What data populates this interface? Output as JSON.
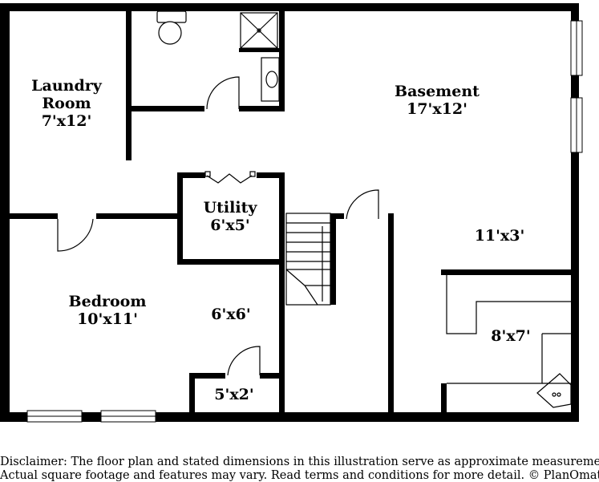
{
  "rooms": {
    "laundry": {
      "name_line1": "Laundry",
      "name_line2": "Room",
      "size": "7'x12'"
    },
    "basement": {
      "name": "Basement",
      "size": "17'x12'"
    },
    "utility": {
      "name": "Utility",
      "size": "6'x5'"
    },
    "bedroom": {
      "name": "Bedroom",
      "size": "10'x11'"
    },
    "closet_6x6": {
      "size": "6'x6'"
    },
    "closet_5x2": {
      "size": "5'x2'"
    },
    "hall_11x3": {
      "size": "11'x3'"
    },
    "room_8x7": {
      "size": "8'x7'"
    }
  },
  "disclaimer": {
    "line1": "Disclaimer: The floor plan and stated dimensions in this illustration serve as approximate measurements",
    "line2": "Actual square footage and features may vary. Read terms and conditions for more detail. © PlanOmatic"
  }
}
